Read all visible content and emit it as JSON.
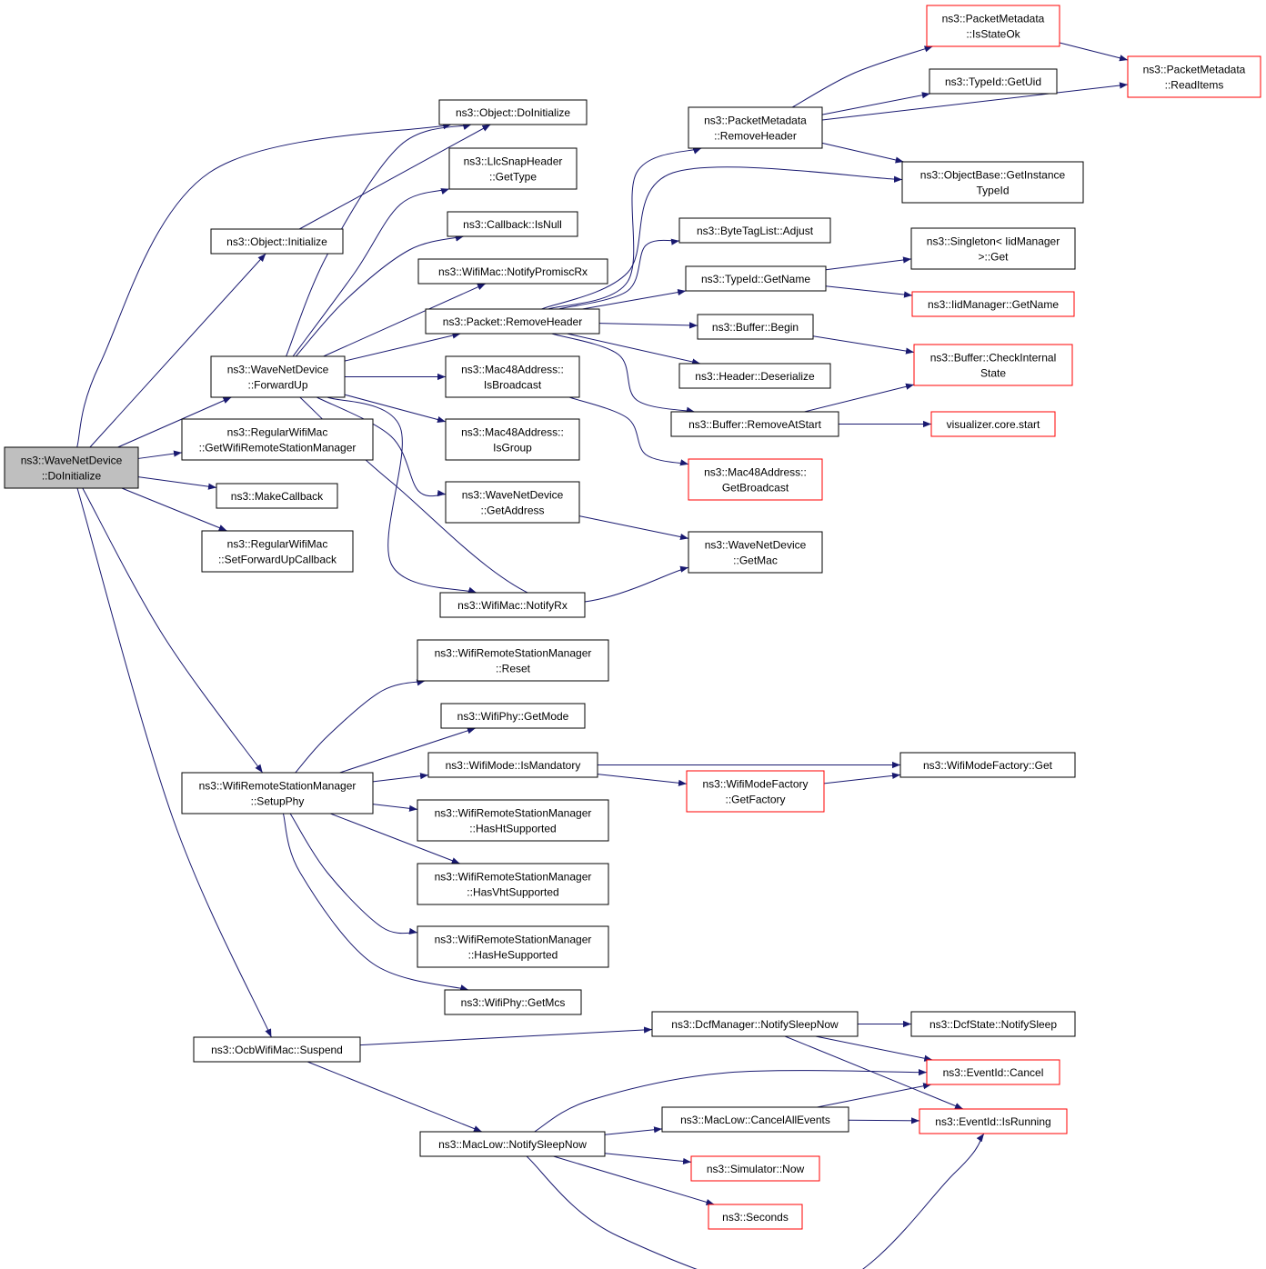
{
  "colors": {
    "edge": "#191970",
    "root_fill": "#bfbfbf",
    "external_border": "#ff0000",
    "node_border": "#000000"
  },
  "nodes": [
    {
      "id": "root",
      "lines": [
        "ns3::WaveNetDevice",
        "::DoInitialize"
      ],
      "root": true
    },
    {
      "id": "obj_doinit",
      "lines": [
        "ns3::Object::DoInitialize"
      ]
    },
    {
      "id": "obj_init",
      "lines": [
        "ns3::Object::Initialize"
      ]
    },
    {
      "id": "forwardup",
      "lines": [
        "ns3::WaveNetDevice",
        "::ForwardUp"
      ]
    },
    {
      "id": "getwrsm",
      "lines": [
        "ns3::RegularWifiMac",
        "::GetWifiRemoteStationManager"
      ]
    },
    {
      "id": "makecb",
      "lines": [
        "ns3::MakeCallback"
      ]
    },
    {
      "id": "setfwd",
      "lines": [
        "ns3::RegularWifiMac",
        "::SetForwardUpCallback"
      ]
    },
    {
      "id": "setupphy",
      "lines": [
        "ns3::WifiRemoteStationManager",
        "::SetupPhy"
      ]
    },
    {
      "id": "suspend",
      "lines": [
        "ns3::OcbWifiMac::Suspend"
      ]
    },
    {
      "id": "llcget",
      "lines": [
        "ns3::LlcSnapHeader",
        "::GetType"
      ]
    },
    {
      "id": "cbnull",
      "lines": [
        "ns3::Callback::IsNull"
      ]
    },
    {
      "id": "notifyprom",
      "lines": [
        "ns3::WifiMac::NotifyPromiscRx"
      ]
    },
    {
      "id": "pktremove",
      "lines": [
        "ns3::Packet::RemoveHeader"
      ]
    },
    {
      "id": "isbcast",
      "lines": [
        "ns3::Mac48Address::",
        "IsBroadcast"
      ]
    },
    {
      "id": "isgroup",
      "lines": [
        "ns3::Mac48Address::",
        "IsGroup"
      ]
    },
    {
      "id": "wgetaddr",
      "lines": [
        "ns3::WaveNetDevice",
        "::GetAddress"
      ]
    },
    {
      "id": "notifyrx",
      "lines": [
        "ns3::WifiMac::NotifyRx"
      ]
    },
    {
      "id": "pmremove",
      "lines": [
        "ns3::PacketMetadata",
        "::RemoveHeader"
      ]
    },
    {
      "id": "btladjust",
      "lines": [
        "ns3::ByteTagList::Adjust"
      ]
    },
    {
      "id": "tidname",
      "lines": [
        "ns3::TypeId::GetName"
      ]
    },
    {
      "id": "bufbegin",
      "lines": [
        "ns3::Buffer::Begin"
      ]
    },
    {
      "id": "hdrdeser",
      "lines": [
        "ns3::Header::Deserialize"
      ]
    },
    {
      "id": "bufremove",
      "lines": [
        "ns3::Buffer::RemoveAtStart"
      ]
    },
    {
      "id": "getbcast",
      "lines": [
        "ns3::Mac48Address::",
        "GetBroadcast"
      ],
      "ext": true
    },
    {
      "id": "getmac",
      "lines": [
        "ns3::WaveNetDevice",
        "::GetMac"
      ]
    },
    {
      "id": "pmstate",
      "lines": [
        "ns3::PacketMetadata",
        "::IsStateOk"
      ],
      "ext": true
    },
    {
      "id": "tiduid",
      "lines": [
        "ns3::TypeId::GetUid"
      ]
    },
    {
      "id": "pmread",
      "lines": [
        "ns3::PacketMetadata",
        "::ReadItems"
      ],
      "ext": true
    },
    {
      "id": "obgetinst",
      "lines": [
        "ns3::ObjectBase::GetInstance",
        "TypeId"
      ]
    },
    {
      "id": "singleton",
      "lines": [
        "ns3::Singleton< IidManager",
        ">::Get"
      ]
    },
    {
      "id": "iidname",
      "lines": [
        "ns3::IidManager::GetName"
      ],
      "ext": true
    },
    {
      "id": "bufcheck",
      "lines": [
        "ns3::Buffer::CheckInternal",
        "State"
      ],
      "ext": true
    },
    {
      "id": "vizstart",
      "lines": [
        "visualizer.core.start"
      ],
      "ext": true
    },
    {
      "id": "wrsmreset",
      "lines": [
        "ns3::WifiRemoteStationManager",
        "::Reset"
      ]
    },
    {
      "id": "phygetmode",
      "lines": [
        "ns3::WifiPhy::GetMode"
      ]
    },
    {
      "id": "ismand",
      "lines": [
        "ns3::WifiMode::IsMandatory"
      ]
    },
    {
      "id": "hasht",
      "lines": [
        "ns3::WifiRemoteStationManager",
        "::HasHtSupported"
      ]
    },
    {
      "id": "hasvht",
      "lines": [
        "ns3::WifiRemoteStationManager",
        "::HasVhtSupported"
      ]
    },
    {
      "id": "hashe",
      "lines": [
        "ns3::WifiRemoteStationManager",
        "::HasHeSupported"
      ]
    },
    {
      "id": "getmcs",
      "lines": [
        "ns3::WifiPhy::GetMcs"
      ]
    },
    {
      "id": "wmfget",
      "lines": [
        "ns3::WifiModeFactory::Get"
      ]
    },
    {
      "id": "wmfgetf",
      "lines": [
        "ns3::WifiModeFactory",
        "::GetFactory"
      ],
      "ext": true
    },
    {
      "id": "dcfsleep",
      "lines": [
        "ns3::DcfManager::NotifySleepNow"
      ]
    },
    {
      "id": "dcfstate",
      "lines": [
        "ns3::DcfState::NotifySleep"
      ]
    },
    {
      "id": "evcancel",
      "lines": [
        "ns3::EventId::Cancel"
      ],
      "ext": true
    },
    {
      "id": "evrunning",
      "lines": [
        "ns3::EventId::IsRunning"
      ],
      "ext": true
    },
    {
      "id": "maclowsleep",
      "lines": [
        "ns3::MacLow::NotifySleepNow"
      ]
    },
    {
      "id": "cancelall",
      "lines": [
        "ns3::MacLow::CancelAllEvents"
      ]
    },
    {
      "id": "simnow",
      "lines": [
        "ns3::Simulator::Now"
      ],
      "ext": true
    },
    {
      "id": "seconds",
      "lines": [
        "ns3::Seconds"
      ],
      "ext": true
    }
  ],
  "edges": [
    [
      "root",
      "obj_doinit"
    ],
    [
      "root",
      "obj_init"
    ],
    [
      "root",
      "forwardup"
    ],
    [
      "root",
      "getwrsm"
    ],
    [
      "root",
      "makecb"
    ],
    [
      "root",
      "setfwd"
    ],
    [
      "root",
      "setupphy"
    ],
    [
      "root",
      "suspend"
    ],
    [
      "obj_init",
      "obj_doinit"
    ],
    [
      "forwardup",
      "obj_doinit"
    ],
    [
      "forwardup",
      "llcget"
    ],
    [
      "forwardup",
      "cbnull"
    ],
    [
      "forwardup",
      "notifyprom"
    ],
    [
      "forwardup",
      "pktremove"
    ],
    [
      "forwardup",
      "isbcast"
    ],
    [
      "forwardup",
      "isgroup"
    ],
    [
      "forwardup",
      "wgetaddr"
    ],
    [
      "forwardup",
      "getmac"
    ],
    [
      "forwardup",
      "notifyrx"
    ],
    [
      "pktremove",
      "pmremove"
    ],
    [
      "pktremove",
      "obgetinst"
    ],
    [
      "pktremove",
      "btladjust"
    ],
    [
      "pktremove",
      "tidname"
    ],
    [
      "pktremove",
      "bufbegin"
    ],
    [
      "pktremove",
      "hdrdeser"
    ],
    [
      "pktremove",
      "bufremove"
    ],
    [
      "isbcast",
      "getbcast"
    ],
    [
      "wgetaddr",
      "getmac"
    ],
    [
      "pmremove",
      "pmstate"
    ],
    [
      "pmremove",
      "tiduid"
    ],
    [
      "pmremove",
      "pmread"
    ],
    [
      "pmremove",
      "obgetinst"
    ],
    [
      "pmstate",
      "pmread"
    ],
    [
      "tidname",
      "singleton"
    ],
    [
      "tidname",
      "iidname"
    ],
    [
      "bufbegin",
      "bufcheck"
    ],
    [
      "bufremove",
      "bufcheck"
    ],
    [
      "bufremove",
      "vizstart"
    ],
    [
      "setupphy",
      "wrsmreset"
    ],
    [
      "setupphy",
      "phygetmode"
    ],
    [
      "setupphy",
      "ismand"
    ],
    [
      "setupphy",
      "hasht"
    ],
    [
      "setupphy",
      "hasvht"
    ],
    [
      "setupphy",
      "hashe"
    ],
    [
      "setupphy",
      "getmcs"
    ],
    [
      "ismand",
      "wmfget"
    ],
    [
      "ismand",
      "wmfgetf"
    ],
    [
      "wmfgetf",
      "wmfget"
    ],
    [
      "suspend",
      "dcfsleep"
    ],
    [
      "suspend",
      "maclowsleep"
    ],
    [
      "dcfsleep",
      "dcfstate"
    ],
    [
      "dcfsleep",
      "evcancel"
    ],
    [
      "dcfsleep",
      "evrunning"
    ],
    [
      "maclowsleep",
      "evcancel"
    ],
    [
      "maclowsleep",
      "cancelall"
    ],
    [
      "maclowsleep",
      "simnow"
    ],
    [
      "maclowsleep",
      "seconds"
    ],
    [
      "maclowsleep",
      "evrunning"
    ],
    [
      "cancelall",
      "evcancel"
    ],
    [
      "cancelall",
      "evrunning"
    ]
  ]
}
